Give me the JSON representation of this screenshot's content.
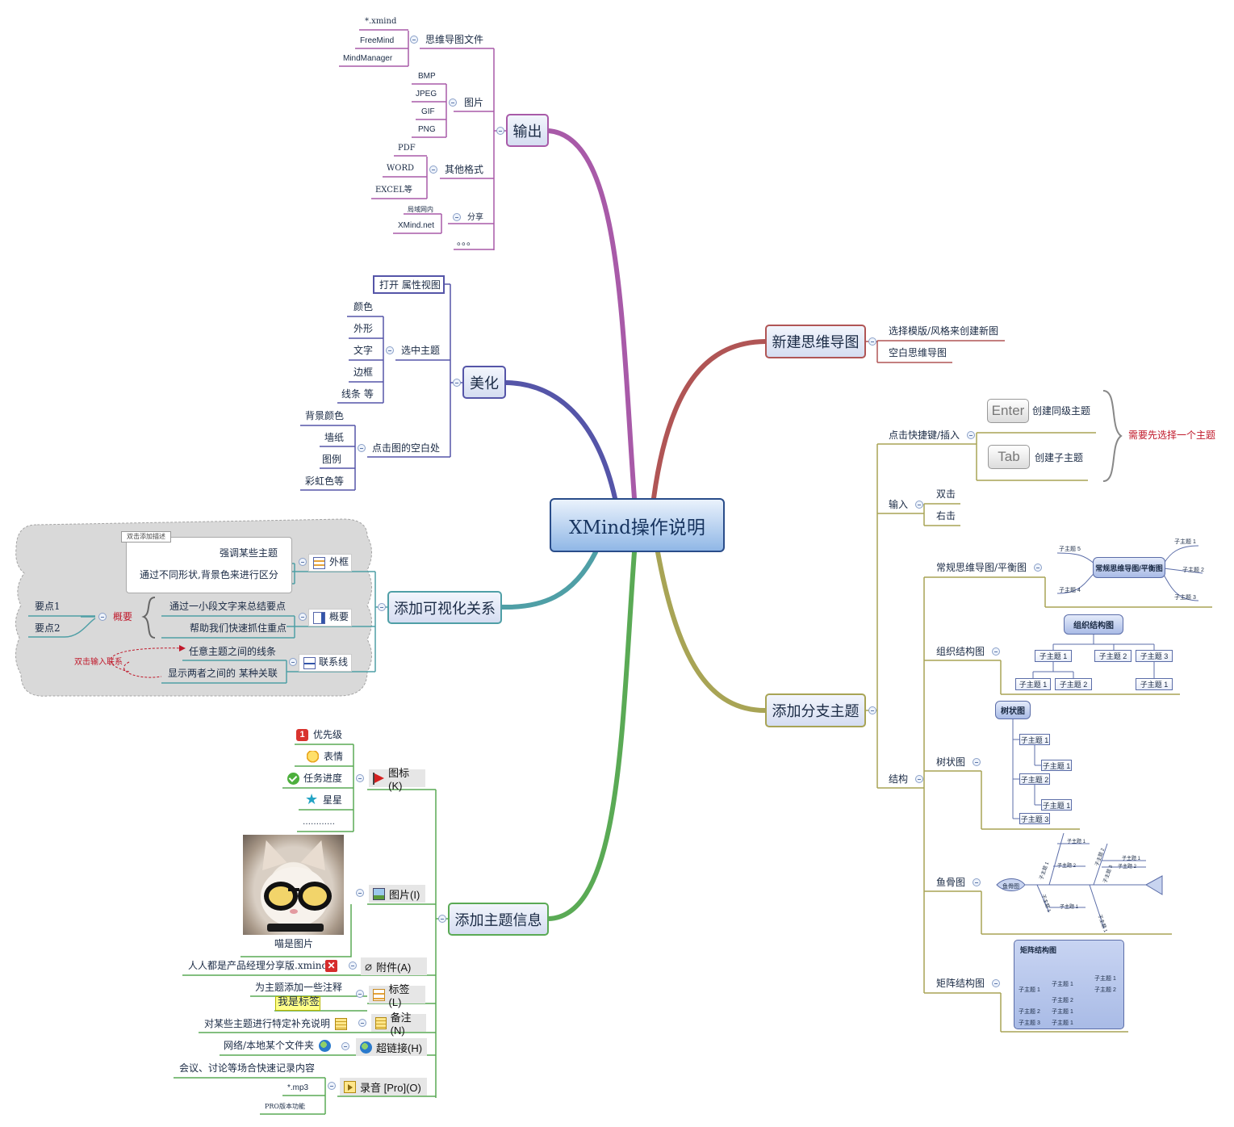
{
  "center": {
    "title": "XMind操作说明"
  },
  "output": {
    "label": "输出",
    "mindmap_files": {
      "label": "思维导图文件",
      "items": [
        "*.xmind",
        "FreeMind",
        "MindManager"
      ]
    },
    "images": {
      "label": "图片",
      "items": [
        "BMP",
        "JPEG",
        "GIF",
        "PNG"
      ]
    },
    "other_formats": {
      "label": "其他格式",
      "items": [
        "PDF",
        "WORD",
        "EXCEL等"
      ]
    },
    "share": {
      "label": "分享",
      "items": [
        "局域网内",
        "XMind.net"
      ]
    },
    "more": "。。。"
  },
  "beautify": {
    "label": "美化",
    "open_props": "打开 属性视图",
    "select_topic": {
      "label": "选中主题",
      "items": [
        "颜色",
        "外形",
        "文字",
        "边框",
        "线条 等"
      ]
    },
    "blank_area": {
      "label": "点击图的空白处",
      "items": [
        "背景颜色",
        "墙纸",
        "图例",
        "彩虹色等"
      ]
    }
  },
  "visual": {
    "label": "添加可视化关系",
    "boundary": {
      "label": "外框",
      "items": [
        "强调某些主题",
        "通过不同形状,背景色来进行区分"
      ],
      "hint": "双击添加描述"
    },
    "summary": {
      "label": "概要",
      "items": [
        "通过一小段文字来总结要点",
        "帮助我们快速抓住重点"
      ],
      "node": "概要",
      "points": [
        "要点1",
        "要点2"
      ]
    },
    "relation": {
      "label": "联系线",
      "items": [
        "任意主题之间的线条",
        "显示两者之间的 某种关联"
      ],
      "note": "双击输入联系"
    }
  },
  "topicinfo": {
    "label": "添加主题信息",
    "icons": {
      "label": "图标(K)",
      "items": [
        "优先级",
        "表情",
        "任务进度",
        "星星",
        "…………"
      ],
      "priority_num": "1"
    },
    "picture": {
      "label": "图片(I)",
      "caption": "喵是图片"
    },
    "attachment": {
      "label": "附件(A)",
      "item": "人人都是产品经理分享版.xmind"
    },
    "labels": {
      "label": "标签(L)",
      "item": "为主题添加一些注释",
      "sample": "我是标签"
    },
    "notes": {
      "label": "备注(N)",
      "item": "对某些主题进行特定补充说明"
    },
    "hyperlink": {
      "label": "超链接(H)",
      "item": "网络/本地某个文件夹"
    },
    "audio": {
      "label": "录音 [Pro](O)",
      "items": [
        "会议、讨论等场合快速记录内容",
        "*.mp3",
        "PRO版本功能"
      ]
    }
  },
  "newmap": {
    "label": "新建思维导图",
    "items": [
      "选择模版/风格来创建新图",
      "空白思维导图"
    ]
  },
  "subtopic": {
    "label": "添加分支主题",
    "shortcut": {
      "label": "点击快捷键/插入",
      "keys": [
        "Enter",
        "Tab"
      ],
      "key_labels": [
        "创建同级主题",
        "创建子主题"
      ],
      "note": "需要先选择一个主题"
    },
    "input": {
      "label": "输入",
      "items": [
        "双击",
        "右击"
      ]
    },
    "structure": {
      "label": "结构",
      "balance": {
        "label": "常规思维导图/平衡图",
        "center": "常规思维导图/平衡图",
        "items": [
          "子主题 5",
          "子主题 4",
          "子主题 1",
          "子主题 2",
          "子主题 3"
        ]
      },
      "org": {
        "label": "组织结构图",
        "root": "组织结构图",
        "items": [
          "子主题 1",
          "子主题 2",
          "子主题 3",
          "子主题 1",
          "子主题 2",
          "子主题 1"
        ]
      },
      "tree": {
        "label": "树状图",
        "root": "树状图",
        "items": [
          "子主题 1",
          "子主题 1",
          "子主题 2",
          "子主题 1",
          "子主题 3"
        ]
      },
      "fishbone": {
        "label": "鱼骨图",
        "head": "鱼骨图",
        "items": [
          "子主题 1",
          "子主题 2",
          "子主题 1",
          "子主题 2",
          "子主题 1",
          "子主题 2",
          "子主题 3",
          "子主题 1",
          "子主题 1",
          "子主题 1"
        ]
      },
      "matrix": {
        "label": "矩阵结构图",
        "title": "矩阵结构图",
        "rows": [
          "子主题 1",
          "子主题 2",
          "子主题 3"
        ],
        "cells": [
          "子主题 1",
          "子主题 2",
          "子主题 1",
          "子主题 1"
        ],
        "sub": [
          "子主题 1",
          "子主题 2"
        ]
      }
    }
  },
  "colors": {
    "output": "#a85aa8",
    "beautify": "#5555a8",
    "visual": "#4f9fa6",
    "topicinfo": "#5aaa55",
    "newmap": "#b05555",
    "subtopic": "#a8a455",
    "accent": "#c0182a"
  }
}
